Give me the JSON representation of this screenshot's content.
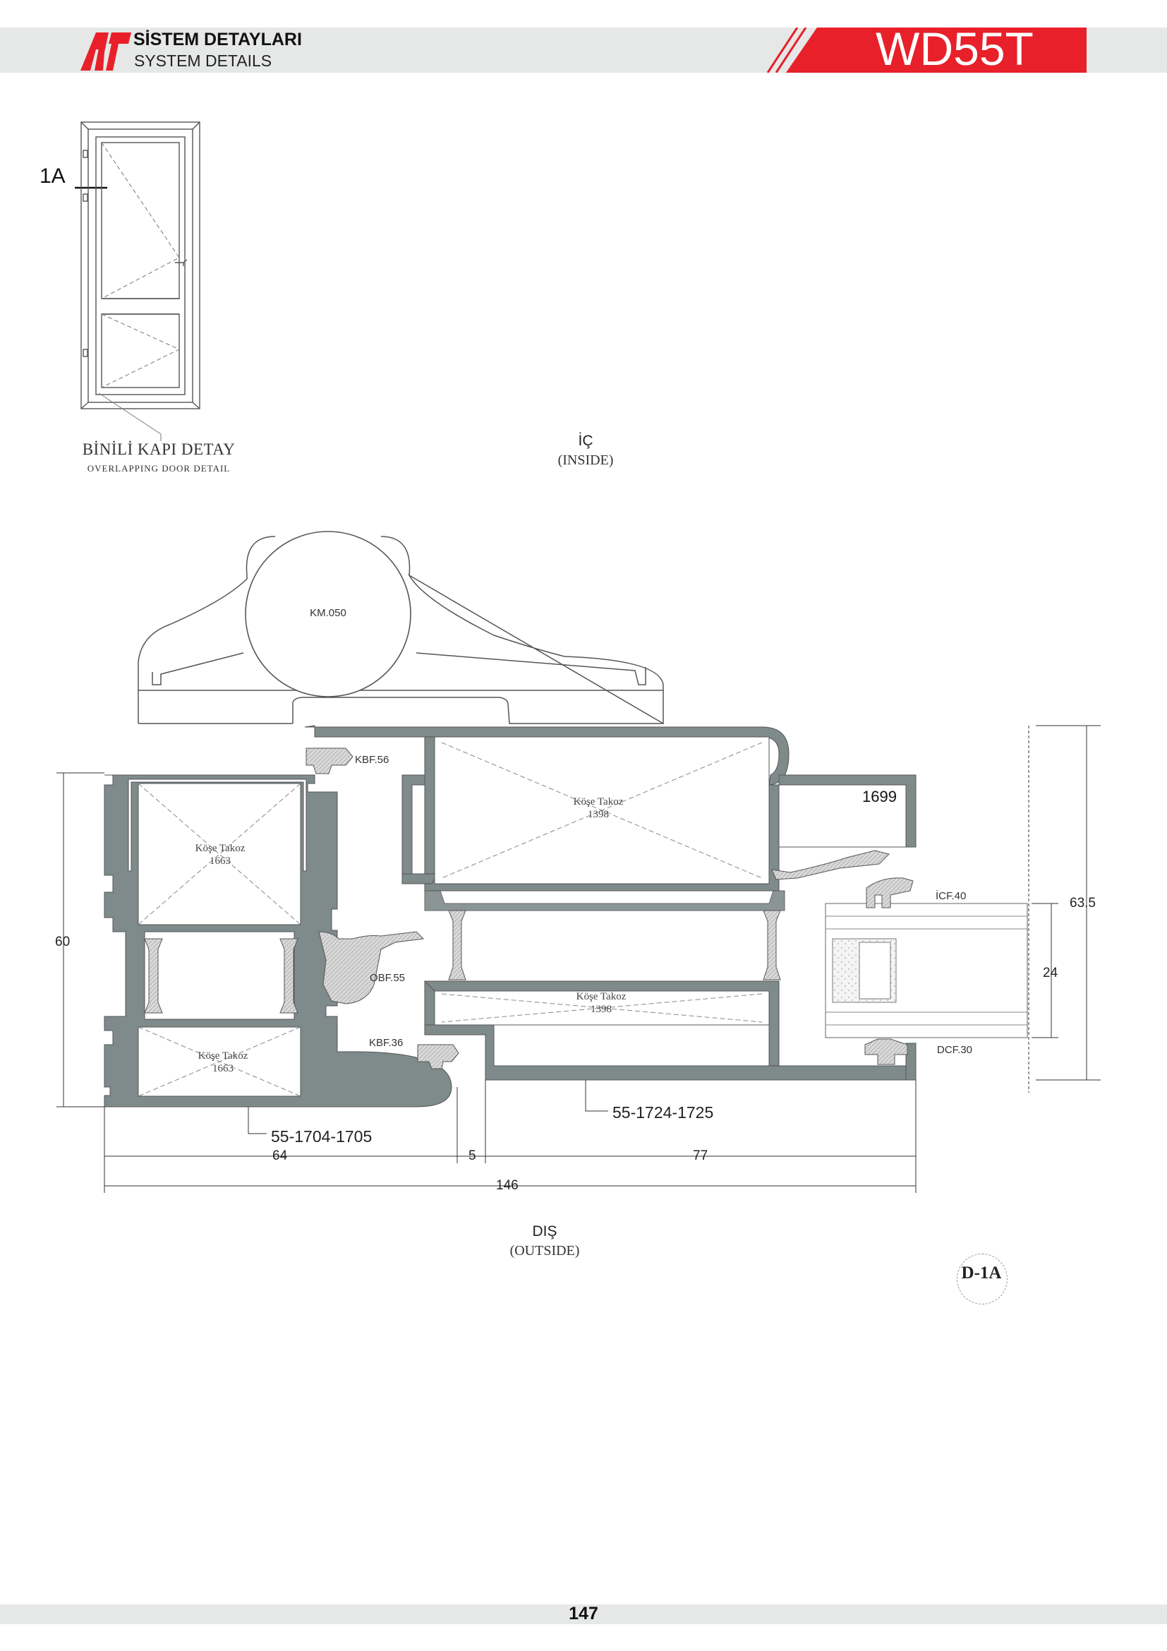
{
  "header": {
    "title_tr": "SİSTEM DETAYLARI",
    "title_en": "SYSTEM DETAILS",
    "model": "WD55T",
    "brand_color": "#e8202a",
    "bar_color": "#e6e7e7"
  },
  "door_elevation": {
    "section_marker": "1A",
    "caption_tr": "BİNİLİ KAPI DETAY",
    "caption_en": "OVERLAPPING DOOR DETAIL"
  },
  "orientation": {
    "inside_tr": "İÇ",
    "inside_en": "(INSIDE)",
    "outside_tr": "DIŞ",
    "outside_en": "(OUTSIDE)"
  },
  "section": {
    "profile_color": "#7f8a8b",
    "labels": {
      "km": "KM.050",
      "kbf56": "KBF.56",
      "obf55": "OBF.55",
      "kbf36": "KBF.36",
      "icf40": "İCF.40",
      "dcf30": "DCF.30",
      "p1699": "1699",
      "frame_code": "55-1704-1705",
      "sash_code": "55-1724-1725"
    },
    "corner_blocks": [
      {
        "name": "Köşe Takoz",
        "code": "1663"
      },
      {
        "name": "Köşe Takoz",
        "code": "1398"
      },
      {
        "name": "Köşe Takoz",
        "code": "1398"
      },
      {
        "name": "Köşe Takoz",
        "code": "1663"
      }
    ],
    "dimensions": {
      "frame_height": "60",
      "sash_height": "63.5",
      "glass": "24",
      "frame_width": "64",
      "gap": "5",
      "sash_width": "77",
      "total": "146"
    }
  },
  "detail_tag": "D-1A",
  "footer": {
    "page": "147"
  }
}
